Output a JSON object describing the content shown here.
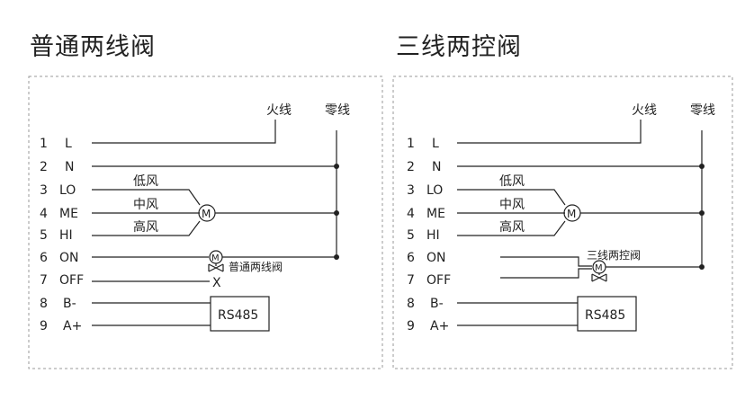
{
  "left": {
    "title": "普通两线阀",
    "fire_label": "火线",
    "neutral_label": "零线",
    "terminals": [
      {
        "num": "1",
        "label": "L"
      },
      {
        "num": "2",
        "label": "N"
      },
      {
        "num": "3",
        "label": "LO"
      },
      {
        "num": "4",
        "label": "ME"
      },
      {
        "num": "5",
        "label": "HI"
      },
      {
        "num": "6",
        "label": "ON"
      },
      {
        "num": "7",
        "label": "OFF"
      },
      {
        "num": "8",
        "label": "B-"
      },
      {
        "num": "9",
        "label": "A+"
      }
    ],
    "speeds": [
      "低风",
      "中风",
      "高风"
    ],
    "fan_motor": "M",
    "valve_motor": "M",
    "valve_label": "普通两线阀",
    "off_mark": "X",
    "rs485": "RS485"
  },
  "right": {
    "title": "三线两控阀",
    "fire_label": "火线",
    "neutral_label": "零线",
    "terminals": [
      {
        "num": "1",
        "label": "L"
      },
      {
        "num": "2",
        "label": "N"
      },
      {
        "num": "3",
        "label": "LO"
      },
      {
        "num": "4",
        "label": "ME"
      },
      {
        "num": "5",
        "label": "HI"
      },
      {
        "num": "6",
        "label": "ON"
      },
      {
        "num": "7",
        "label": "OFF"
      },
      {
        "num": "8",
        "label": "B-"
      },
      {
        "num": "9",
        "label": "A+"
      }
    ],
    "speeds": [
      "低风",
      "中风",
      "高风"
    ],
    "fan_motor": "M",
    "valve_motor": "M",
    "valve_label": "三线两控阀",
    "rs485": "RS485"
  }
}
